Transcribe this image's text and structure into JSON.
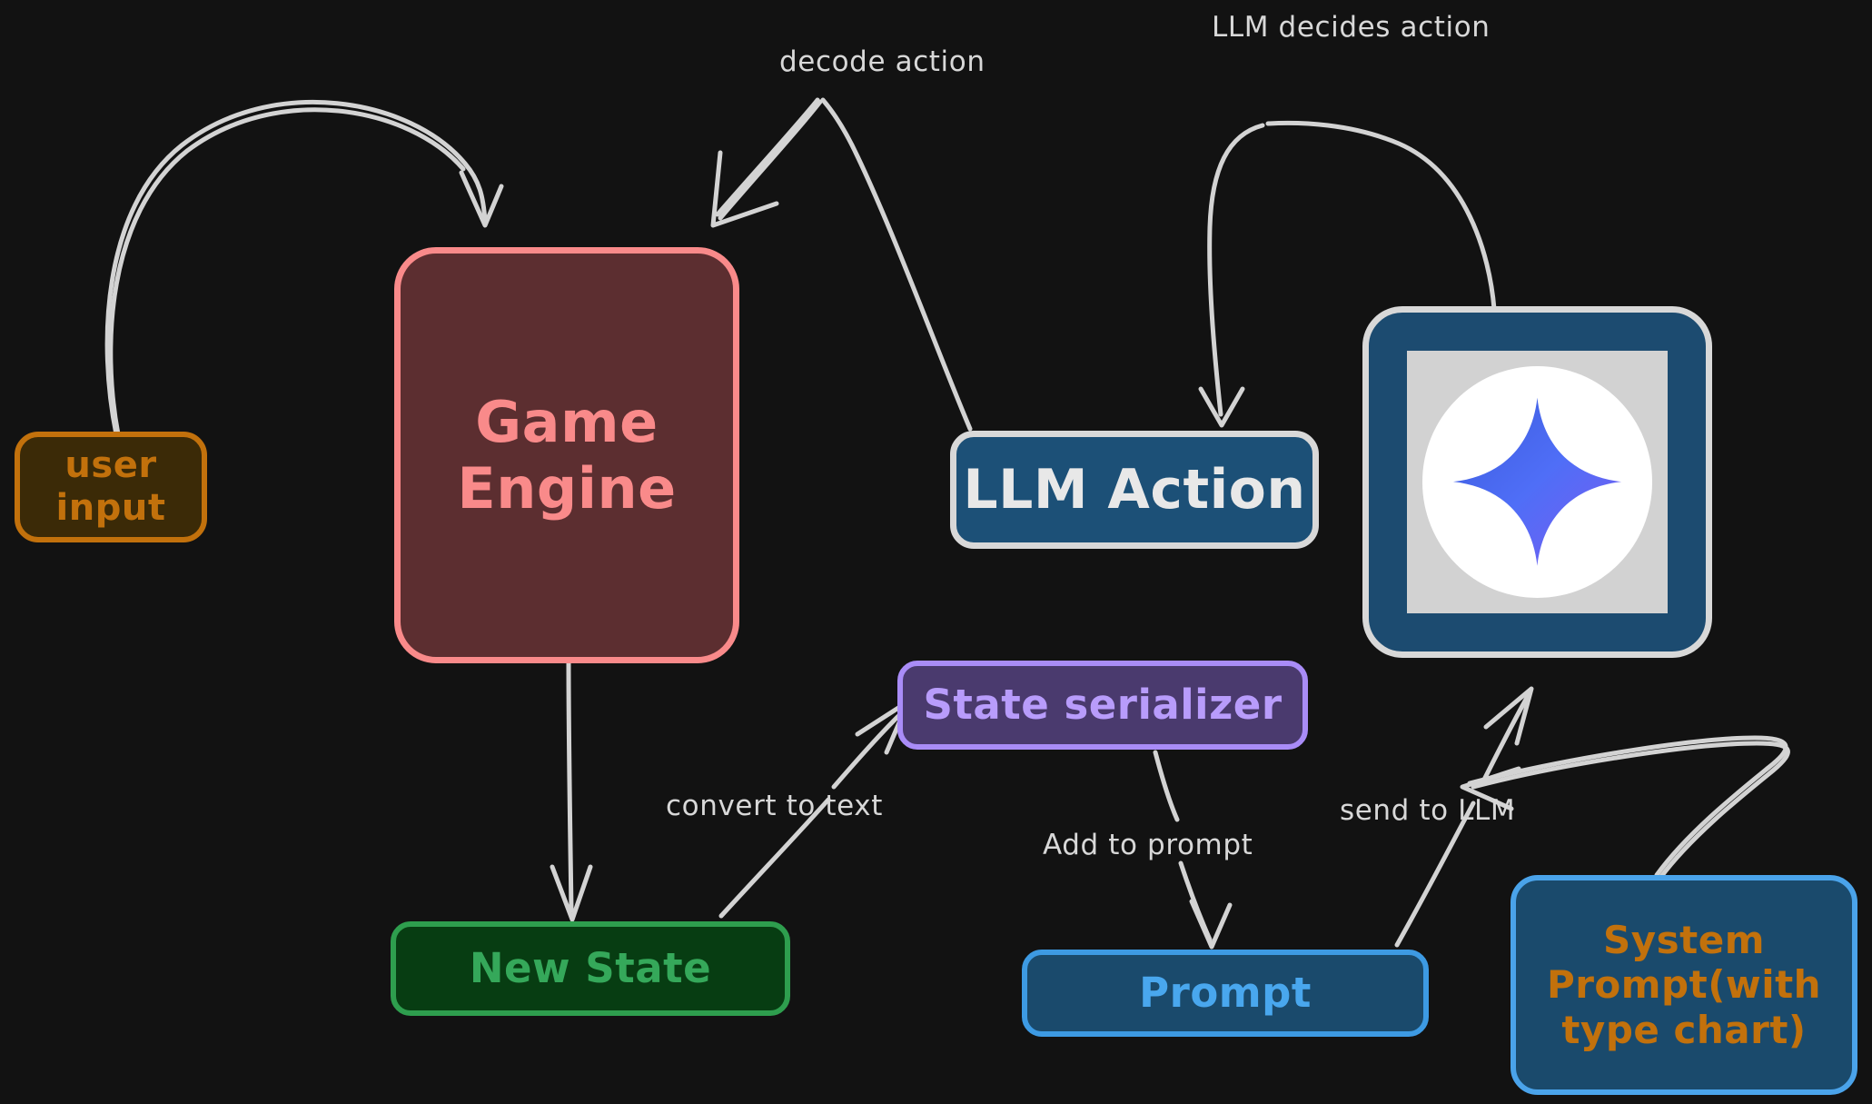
{
  "diagram": {
    "title": "LLM game agent loop",
    "background_color": "#121212",
    "stroke_color": "#d3d3d3"
  },
  "nodes": {
    "user_input": {
      "label": "user\ninput",
      "border_color": "#c2710c",
      "fill_color": "#3b2a07",
      "text_color": "#c2710c"
    },
    "game_engine": {
      "label": "Game\nEngine",
      "border_color": "#f98a8a",
      "fill_color": "#5c2e30",
      "text_color": "#f98a8a"
    },
    "llm_action": {
      "label": "LLM Action",
      "border_color": "#d8d8d8",
      "fill_color": "#1c5077",
      "text_color": "#e8e8e8"
    },
    "gemini": {
      "icon": "gemini-sparkle-icon",
      "border_color": "#d8d8d8",
      "fill_color": "#1c4b70",
      "plate_color": "#d2d2d2",
      "disc_color": "#ffffff",
      "sparkle_gradient": [
        "#3b5bdb",
        "#4f6ef7",
        "#7b5cf0"
      ]
    },
    "state_serializer": {
      "label": "State serializer",
      "border_color": "#a98cf7",
      "fill_color": "#4a3a6e",
      "text_color": "#b89cfb"
    },
    "new_state": {
      "label": "New State",
      "border_color": "#2e9e4e",
      "fill_color": "#073d12",
      "text_color": "#35a85a"
    },
    "prompt": {
      "label": "Prompt",
      "border_color": "#3d9ae3",
      "fill_color": "#1a4a6c",
      "text_color": "#49a7ee"
    },
    "system_prompt": {
      "label": "System\nPrompt(with\ntype chart)",
      "border_color": "#4aa3ea",
      "fill_color": "#1a4a6c",
      "text_color": "#c2710c"
    }
  },
  "edges": [
    {
      "id": "user-input-to-game-engine",
      "from": "user_input",
      "to": "game_engine",
      "label": ""
    },
    {
      "id": "llm-action-to-game-engine",
      "from": "llm_action",
      "to": "game_engine",
      "label": "decode action"
    },
    {
      "id": "gemini-to-llm-action",
      "from": "gemini",
      "to": "llm_action",
      "label": "LLM decides action"
    },
    {
      "id": "game-engine-to-new-state",
      "from": "game_engine",
      "to": "new_state",
      "label": ""
    },
    {
      "id": "new-state-to-state-serializer",
      "from": "new_state",
      "to": "state_serializer",
      "label": "convert to text"
    },
    {
      "id": "state-serializer-to-prompt",
      "from": "state_serializer",
      "to": "prompt",
      "label": "Add to prompt"
    },
    {
      "id": "prompt-to-gemini",
      "from": "prompt",
      "to": "gemini",
      "label": "send to LLM"
    },
    {
      "id": "system-prompt-to-gemini",
      "from": "system_prompt",
      "to": "gemini",
      "label": ""
    }
  ],
  "edge_labels": {
    "decode_action": "decode action",
    "llm_decides_action": "LLM decides action",
    "convert_to_text": "convert to text",
    "add_to_prompt": "Add to prompt",
    "send_to_llm": "send to LLM"
  }
}
